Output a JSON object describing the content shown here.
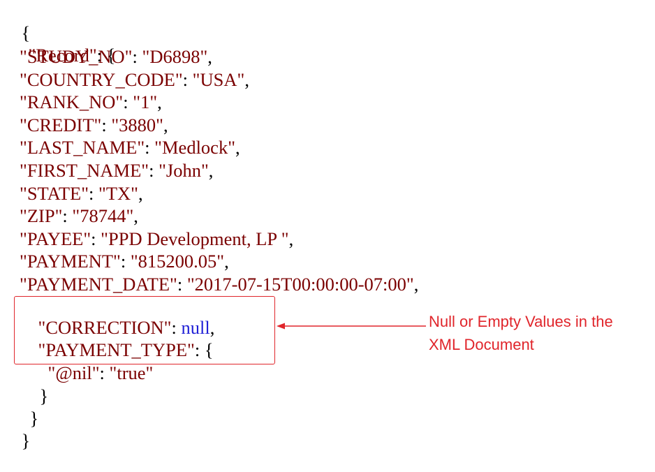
{
  "document": {
    "open_brace": "{",
    "record_key": "\"Record\"",
    "record_open": ": {",
    "fields": [
      {
        "key": "\"STUDY_NO\"",
        "value": "\"D6898\"",
        "suffix": ","
      },
      {
        "key": "\"COUNTRY_CODE\"",
        "value": "\"USA\"",
        "suffix": ","
      },
      {
        "key": "\"RANK_NO\"",
        "value": "\"1\"",
        "suffix": ","
      },
      {
        "key": "\"CREDIT\"",
        "value": "\"3880\"",
        "suffix": ","
      },
      {
        "key": "\"LAST_NAME\"",
        "value": "\"Medlock\"",
        "suffix": ","
      },
      {
        "key": "\"FIRST_NAME\"",
        "value": "\"John\"",
        "suffix": ","
      },
      {
        "key": "\"STATE\"",
        "value": "\"TX\"",
        "suffix": ","
      },
      {
        "key": "\"ZIP\"",
        "value": "\"78744\"",
        "suffix": ","
      },
      {
        "key": "\"PAYEE\"",
        "value": "\"PPD Development, LP \"",
        "suffix": ","
      },
      {
        "key": "\"PAYMENT\"",
        "value": "\"815200.05\"",
        "suffix": ","
      },
      {
        "key": "\"PAYMENT_DATE\"",
        "value": "\"2017-07-15T00:00:00-07:00\"",
        "suffix": ","
      }
    ],
    "correction_key": "\"CORRECTION\"",
    "correction_value": "null",
    "correction_suffix": ",",
    "payment_type_key": "\"PAYMENT_TYPE\"",
    "payment_type_open": ": {",
    "nil_key": "\"@nil\"",
    "nil_value": "\"true\"",
    "inner_close": "}",
    "record_close": "}",
    "close_brace": "}"
  },
  "annotation": {
    "line1": "Null or Empty Values in the",
    "line2": "XML Document"
  },
  "colors": {
    "key": "#7a0000",
    "null": "#1f1fd6",
    "annotation": "#e0252b"
  }
}
